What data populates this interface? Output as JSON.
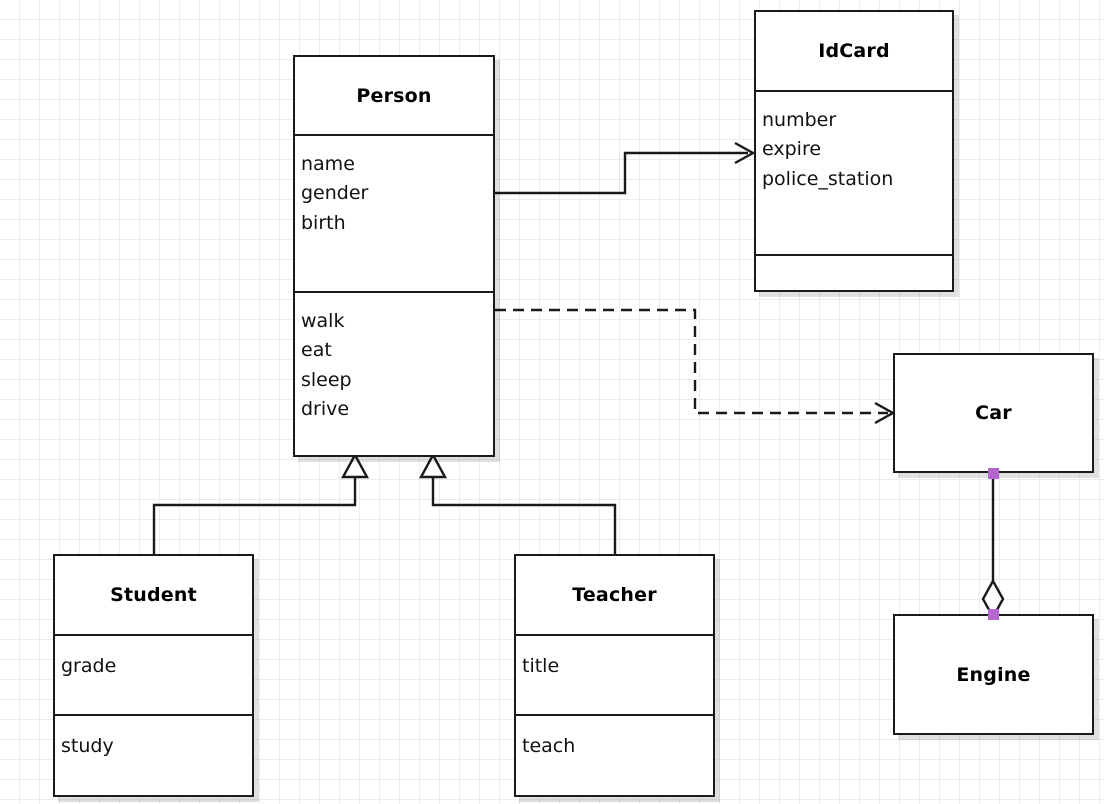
{
  "diagram": {
    "kind": "uml-class-diagram",
    "background": "#ffffff",
    "grid_color": "#ececec",
    "line_color": "#1a1a1a",
    "endpoint_marker_color": "#b366cc",
    "classes": [
      {
        "id": "person",
        "name": "Person",
        "attributes": [
          "name",
          "gender",
          "birth"
        ],
        "operations": [
          "walk",
          "eat",
          "sleep",
          "drive"
        ]
      },
      {
        "id": "idcard",
        "name": "IdCard",
        "attributes": [
          "number",
          "expire",
          "police_station"
        ],
        "operations": []
      },
      {
        "id": "car",
        "name": "Car",
        "attributes": [],
        "operations": []
      },
      {
        "id": "engine",
        "name": "Engine",
        "attributes": [],
        "operations": []
      },
      {
        "id": "student",
        "name": "Student",
        "attributes": [
          "grade"
        ],
        "operations": [
          "study"
        ]
      },
      {
        "id": "teacher",
        "name": "Teacher",
        "attributes": [
          "title"
        ],
        "operations": [
          "teach"
        ]
      }
    ],
    "relations": [
      {
        "id": "person-idcard",
        "type": "association",
        "from": "person",
        "to": "idcard",
        "style": "solid",
        "arrow": "open"
      },
      {
        "id": "person-car",
        "type": "dependency",
        "from": "person",
        "to": "car",
        "style": "dashed",
        "arrow": "open"
      },
      {
        "id": "student-person",
        "type": "generalization",
        "from": "student",
        "to": "person",
        "style": "solid",
        "arrow": "hollow-triangle"
      },
      {
        "id": "teacher-person",
        "type": "generalization",
        "from": "teacher",
        "to": "person",
        "style": "solid",
        "arrow": "hollow-triangle"
      },
      {
        "id": "car-engine",
        "type": "aggregation",
        "from": "car",
        "to": "engine",
        "style": "solid",
        "arrow": "hollow-diamond"
      }
    ]
  }
}
